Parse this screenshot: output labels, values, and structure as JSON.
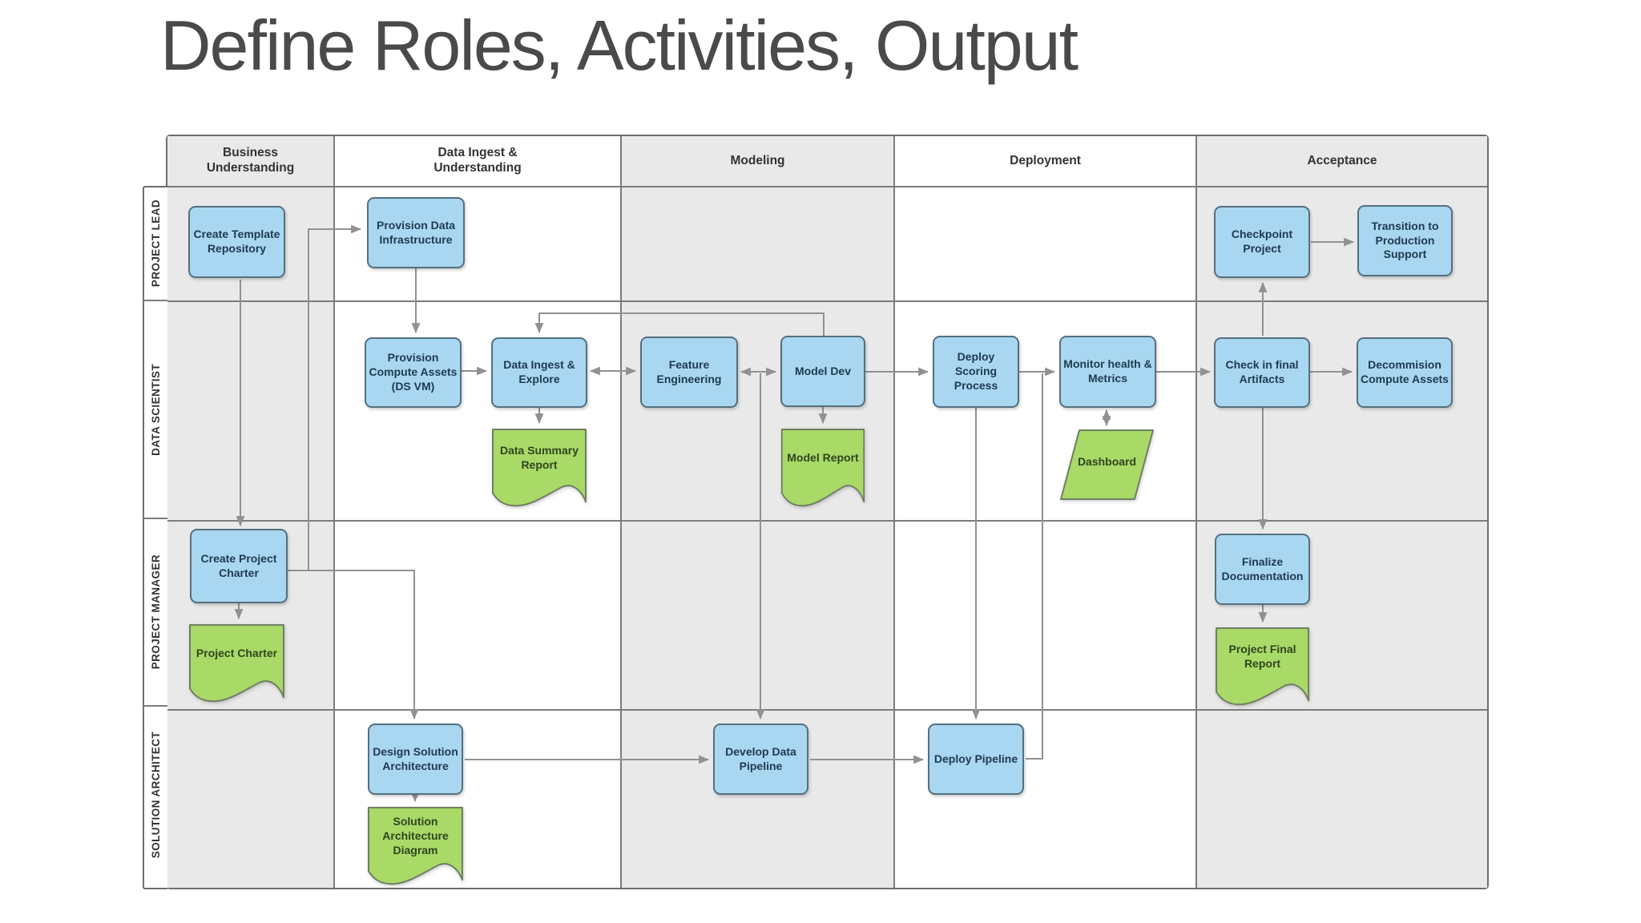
{
  "slide": {
    "title": "Define Roles, Activities, Output"
  },
  "matrix": {
    "columns": [
      {
        "label": "Business Understanding",
        "shaded": true
      },
      {
        "label": "Data Ingest & Understanding",
        "shaded": false
      },
      {
        "label": "Modeling",
        "shaded": true
      },
      {
        "label": "Deployment",
        "shaded": false
      },
      {
        "label": "Acceptance",
        "shaded": true
      }
    ],
    "lanes": [
      {
        "label": "PROJECT LEAD"
      },
      {
        "label": "DATA SCIENTIST"
      },
      {
        "label": "PROJECT MANAGER"
      },
      {
        "label": "SOLUTION ARCHITECT"
      }
    ]
  },
  "nodes": {
    "create_template_repository": {
      "type": "task",
      "label": "Create Template Repository"
    },
    "provision_data_infrastructure": {
      "type": "task",
      "label": "Provision Data Infrastructure"
    },
    "checkpoint_project": {
      "type": "task",
      "label": "Checkpoint Project"
    },
    "transition_production_support": {
      "type": "task",
      "label": "Transition to Production Support"
    },
    "provision_compute_assets": {
      "type": "task",
      "label": "Provision Compute Assets (DS VM)"
    },
    "data_ingest_explore": {
      "type": "task",
      "label": "Data Ingest & Explore"
    },
    "feature_engineering": {
      "type": "task",
      "label": "Feature Engineering"
    },
    "model_dev": {
      "type": "task",
      "label": "Model Dev"
    },
    "deploy_scoring_process": {
      "type": "task",
      "label": "Deploy Scoring Process"
    },
    "monitor_health_metrics": {
      "type": "task",
      "label": "Monitor health & Metrics"
    },
    "check_in_final_artifacts": {
      "type": "task",
      "label": "Check in final Artifacts"
    },
    "decommission_compute_assets": {
      "type": "task",
      "label": "Decommision Compute Assets"
    },
    "create_project_charter": {
      "type": "task",
      "label": "Create Project Charter"
    },
    "finalize_documentation": {
      "type": "task",
      "label": "Finalize Documentation"
    },
    "design_solution_architecture": {
      "type": "task",
      "label": "Design Solution Architecture"
    },
    "develop_data_pipeline": {
      "type": "task",
      "label": "Develop Data Pipeline"
    },
    "deploy_pipeline": {
      "type": "task",
      "label": "Deploy Pipeline"
    },
    "data_summary_report": {
      "type": "document",
      "label": "Data Summary Report"
    },
    "model_report": {
      "type": "document",
      "label": "Model Report"
    },
    "dashboard": {
      "type": "data-parallelogram",
      "label": "Dashboard"
    },
    "project_charter": {
      "type": "document",
      "label": "Project Charter"
    },
    "project_final_report": {
      "type": "document",
      "label": "Project Final Report"
    },
    "solution_architecture_diagram": {
      "type": "document",
      "label": "Solution Architecture Diagram"
    }
  },
  "colors": {
    "task_fill": "#a9d7f1",
    "task_border": "#54707f",
    "task_text": "#1d3a50",
    "doc_fill": "#a9d967",
    "doc_border": "#6e7f63",
    "doc_text": "#2f451f",
    "connector": "#919191",
    "shaded_column": "#e9e9e9",
    "grid_border": "#6e6e6e",
    "lane_separator": "#7c7c7c",
    "header_text": "#333333",
    "title_text": "#4a4a4a",
    "canvas": "#ffffff"
  }
}
